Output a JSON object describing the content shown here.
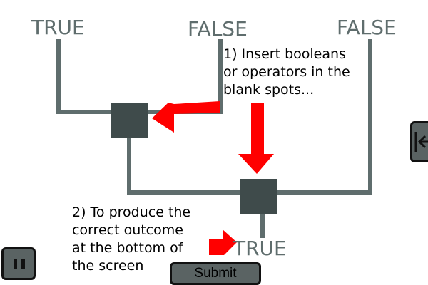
{
  "inputs": [
    "TRUE",
    "FALSE",
    "FALSE"
  ],
  "output": "TRUE",
  "instructions": {
    "step1": "1) Insert booleans\nor operators in the\nblank spots...",
    "step2": "2) To produce the\ncorrect outcome\nat the bottom of\nthe screen"
  },
  "buttons": {
    "submit": "Submit",
    "pause": "pause-icon",
    "side_tab": "arrow-left-icon"
  },
  "colors": {
    "wire": "#5f6d6d",
    "slot": "#3f4b4b",
    "arrow": "#ff0000",
    "button": "#5a6363"
  }
}
